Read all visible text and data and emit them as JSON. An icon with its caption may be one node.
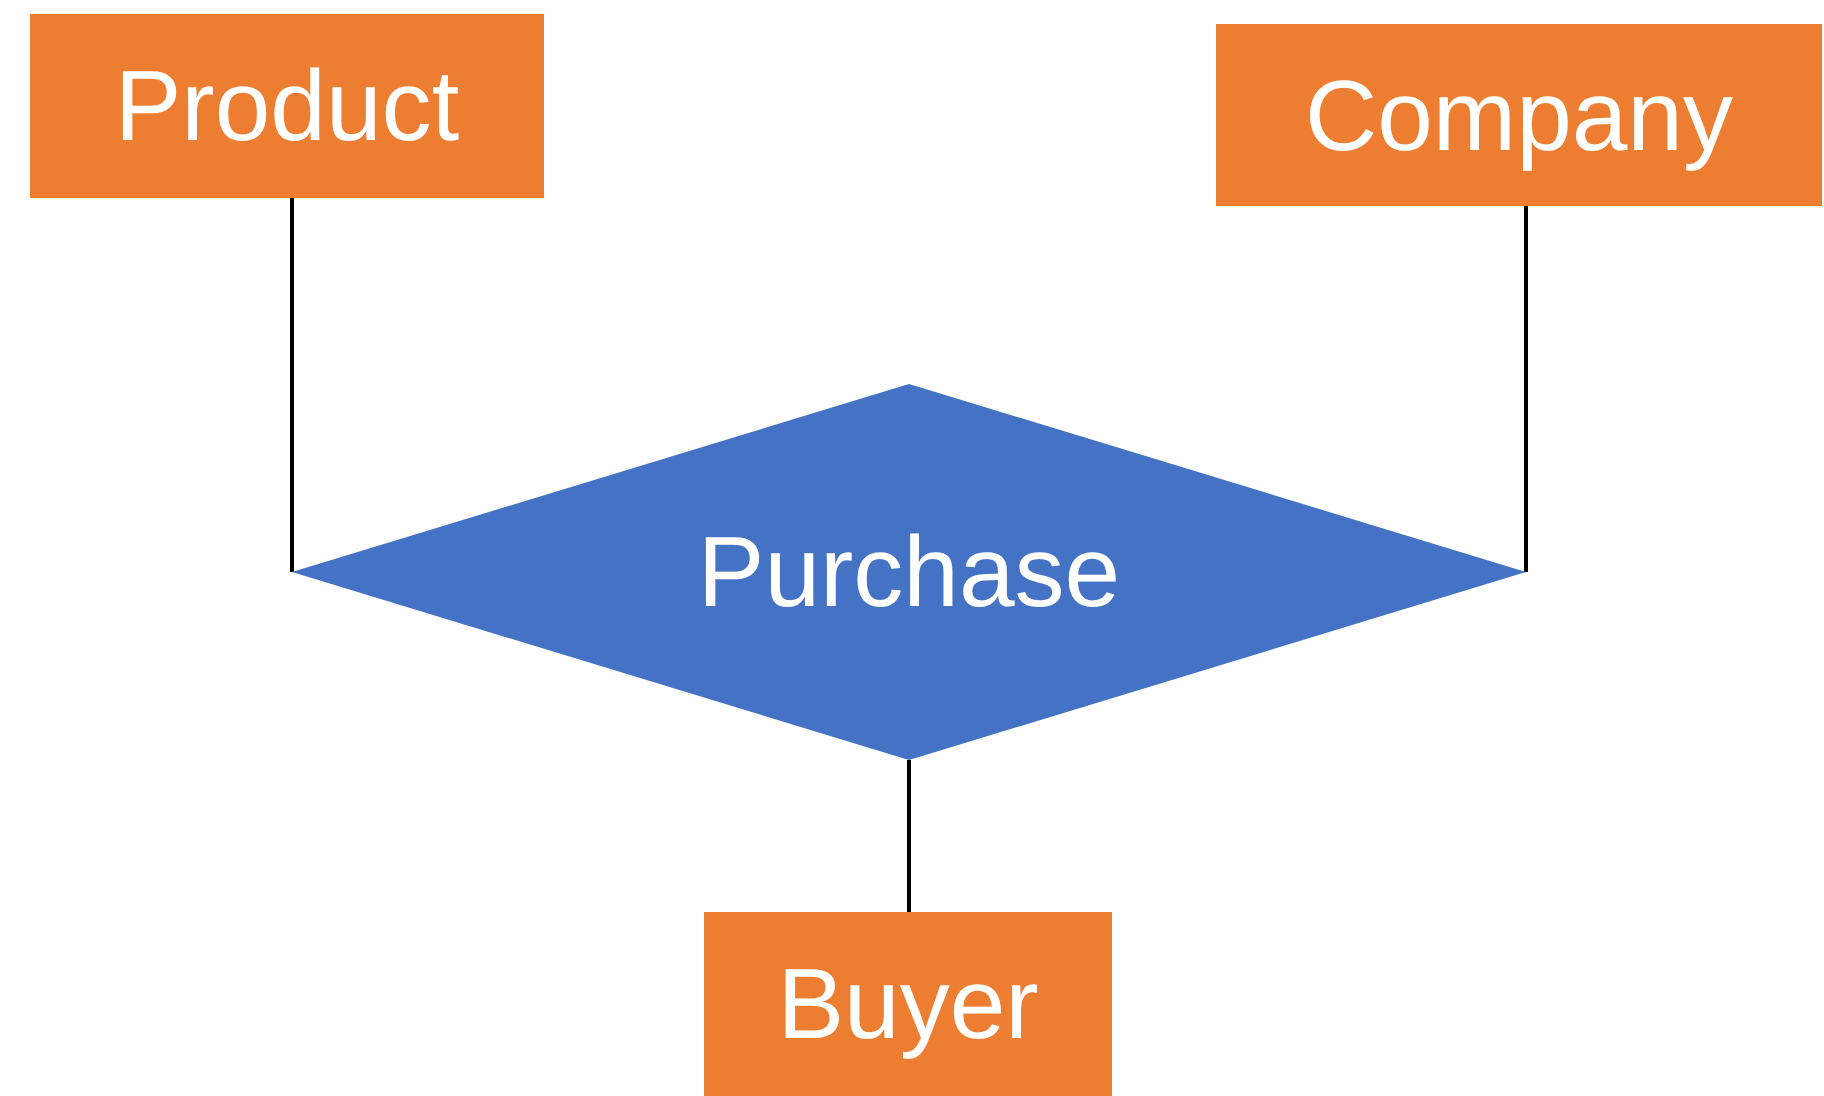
{
  "diagram": {
    "nodes": [
      {
        "text": [
          "Product"
        ]
      },
      {
        "text": [
          "Company"
        ]
      },
      {
        "text": [
          "Purchase"
        ]
      },
      {
        "text": [
          "Buyer"
        ]
      }
    ],
    "edges": [
      {
        "from": 0,
        "to": 2,
        "arrow": "none"
      },
      {
        "from": 1,
        "to": 2,
        "arrow": "none"
      },
      {
        "from": 2,
        "to": 3,
        "arrow": "none"
      }
    ]
  }
}
